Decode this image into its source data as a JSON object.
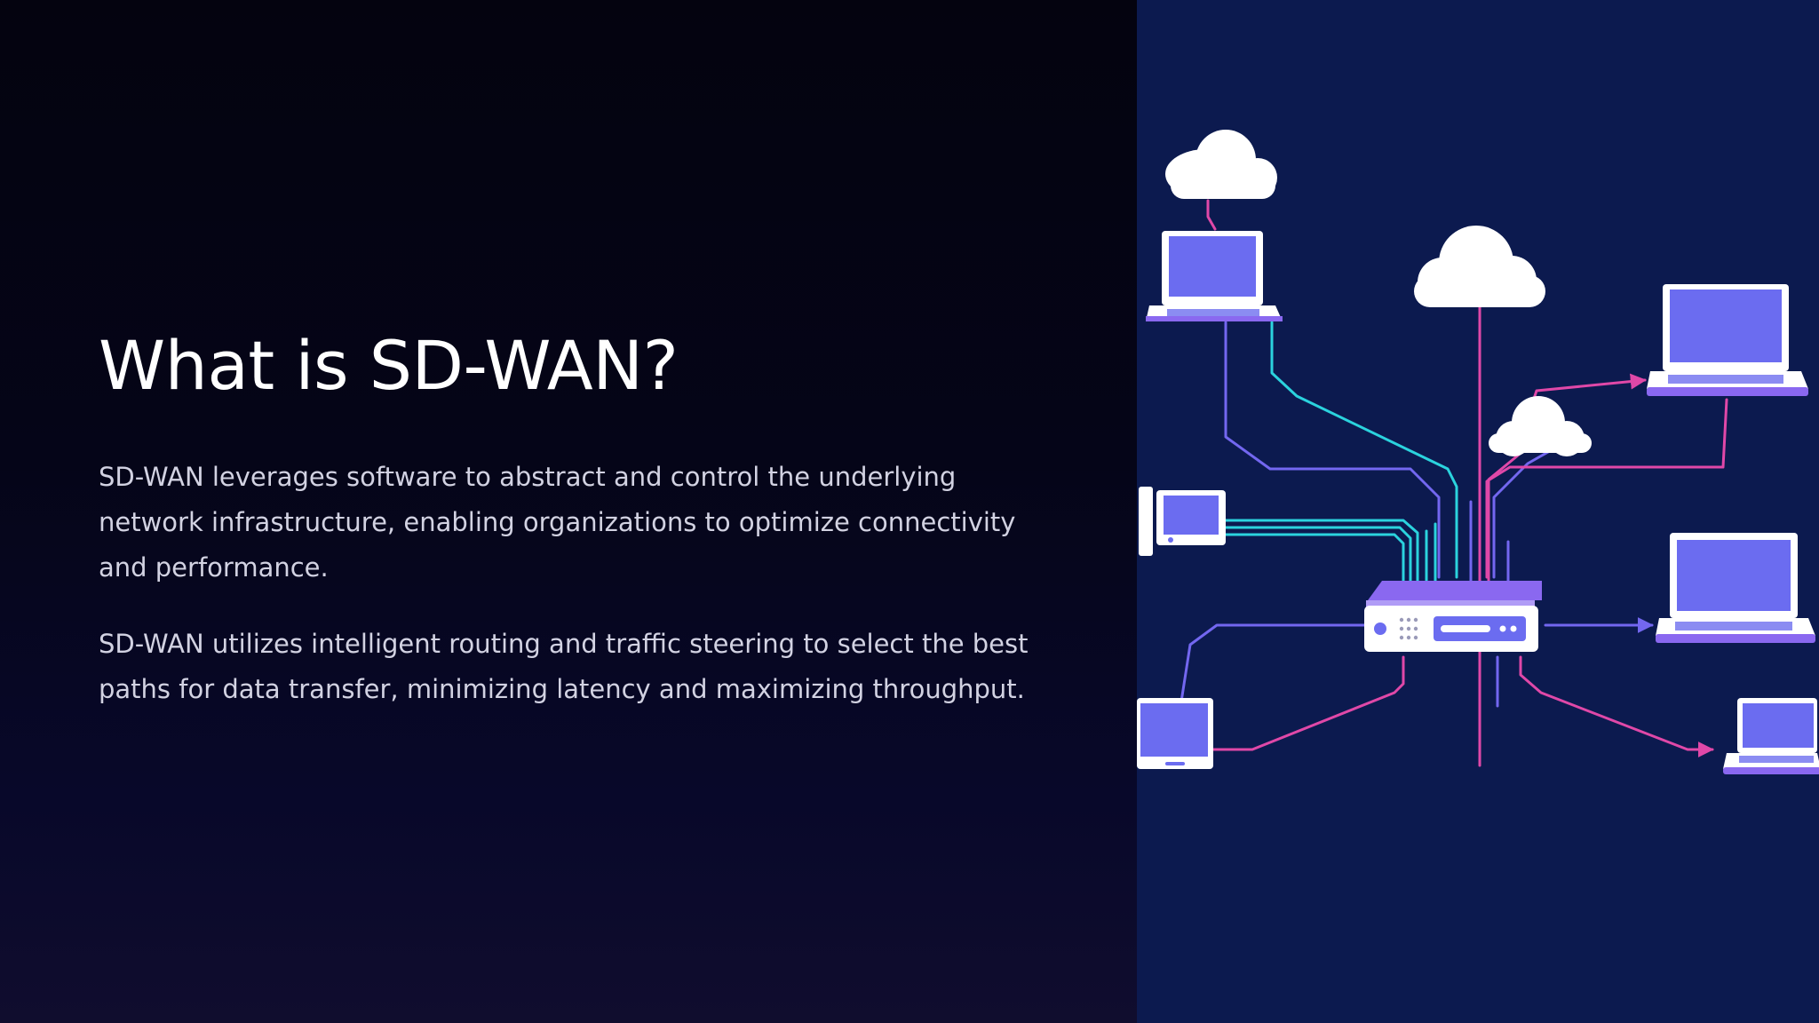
{
  "slide": {
    "title": "What is SD-WAN?",
    "paragraphs": [
      "SD-WAN leverages software to abstract and control the underlying network infrastructure, enabling organizations to optimize connectivity and performance.",
      "SD-WAN utilizes intelligent routing and traffic steering to select the best paths for data transfer, minimizing latency and maximizing throughput."
    ]
  },
  "illustration": {
    "background": "#0c1a4f",
    "colors": {
      "device_screen": "#6b6cf0",
      "device_frame": "#ffffff",
      "router_body": "#8a68f0",
      "line_cyan": "#2bd3de",
      "line_magenta": "#e048a8",
      "line_violet": "#7367f0"
    },
    "icons": [
      "cloud-icon",
      "laptop-icon",
      "tablet-icon",
      "router-icon"
    ]
  }
}
